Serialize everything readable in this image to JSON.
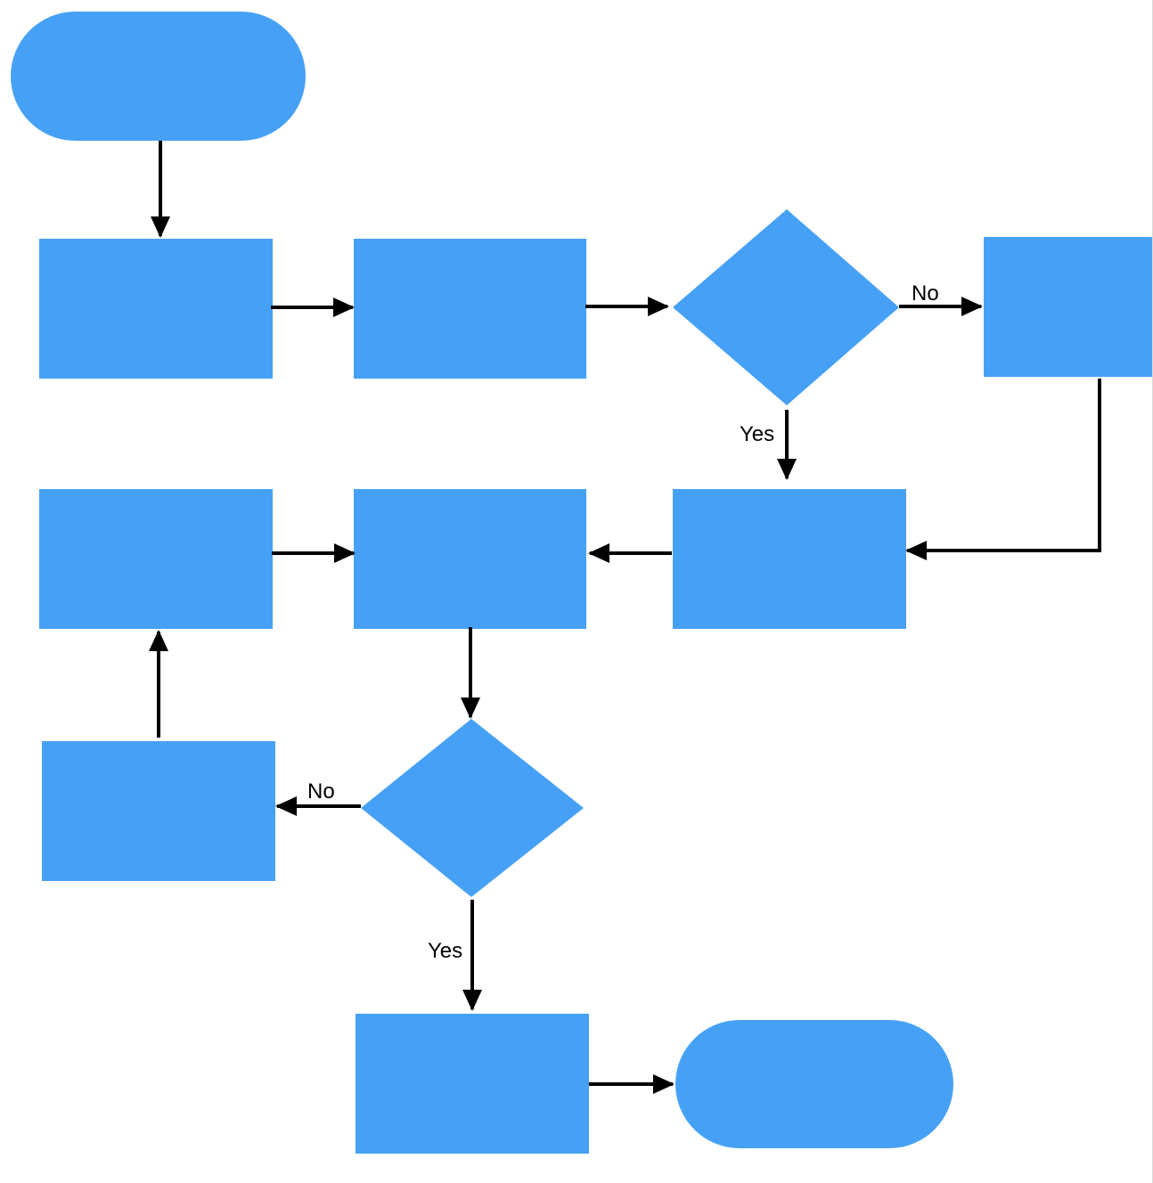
{
  "colors": {
    "node_fill": "#46a1f6",
    "edge_stroke": "#000000",
    "background": "#ffffff"
  },
  "nodes": [
    {
      "id": "start-terminal",
      "shape": "terminal"
    },
    {
      "id": "process-1",
      "shape": "rectangle"
    },
    {
      "id": "process-2",
      "shape": "rectangle"
    },
    {
      "id": "decision-1",
      "shape": "diamond"
    },
    {
      "id": "process-no-branch",
      "shape": "rectangle"
    },
    {
      "id": "process-yes-branch",
      "shape": "rectangle"
    },
    {
      "id": "process-merge",
      "shape": "rectangle"
    },
    {
      "id": "process-loop-top",
      "shape": "rectangle"
    },
    {
      "id": "decision-2",
      "shape": "diamond"
    },
    {
      "id": "process-loop-bottom",
      "shape": "rectangle"
    },
    {
      "id": "process-final",
      "shape": "rectangle"
    },
    {
      "id": "end-terminal",
      "shape": "terminal"
    }
  ],
  "edges": [
    {
      "from": "start-terminal",
      "to": "process-1",
      "label": ""
    },
    {
      "from": "process-1",
      "to": "process-2",
      "label": ""
    },
    {
      "from": "process-2",
      "to": "decision-1",
      "label": ""
    },
    {
      "from": "decision-1",
      "to": "process-no-branch",
      "label": "No"
    },
    {
      "from": "decision-1",
      "to": "process-yes-branch",
      "label": "Yes"
    },
    {
      "from": "process-no-branch",
      "to": "process-yes-branch",
      "label": ""
    },
    {
      "from": "process-yes-branch",
      "to": "process-merge",
      "label": ""
    },
    {
      "from": "process-loop-top",
      "to": "process-merge",
      "label": ""
    },
    {
      "from": "process-merge",
      "to": "decision-2",
      "label": ""
    },
    {
      "from": "decision-2",
      "to": "process-loop-bottom",
      "label": "No"
    },
    {
      "from": "process-loop-bottom",
      "to": "process-loop-top",
      "label": ""
    },
    {
      "from": "decision-2",
      "to": "process-final",
      "label": "Yes"
    },
    {
      "from": "process-final",
      "to": "end-terminal",
      "label": ""
    }
  ],
  "edge_labels": {
    "decision1_no": "No",
    "decision1_yes": "Yes",
    "decision2_no": "No",
    "decision2_yes": "Yes"
  }
}
